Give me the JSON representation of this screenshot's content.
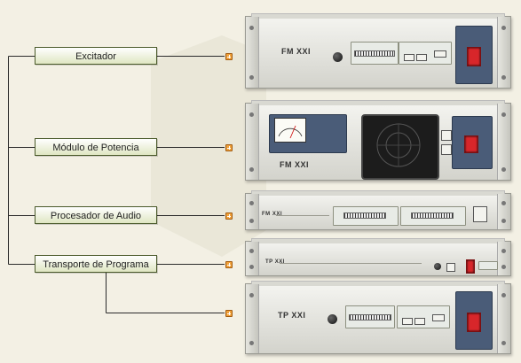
{
  "labels": {
    "excitador": "Excitador",
    "modulo_potencia": "Módulo de Potencia",
    "procesador_audio": "Procesador de Audio",
    "transporte_programa": "Transporte de Programa"
  },
  "equipment": {
    "exciter_brand": "FM XXI",
    "power_brand": "FM XXI",
    "audio_brand": "FM XXI",
    "transport_tx_brand": "TP XXI",
    "transport_rx_brand": "TP XXI"
  },
  "colors": {
    "line": "#2b2b2b",
    "label_border": "#4a5a2a",
    "connector": "#f2a23a",
    "switch_red": "#d8262a",
    "panel_blue": "#4a5c78"
  }
}
